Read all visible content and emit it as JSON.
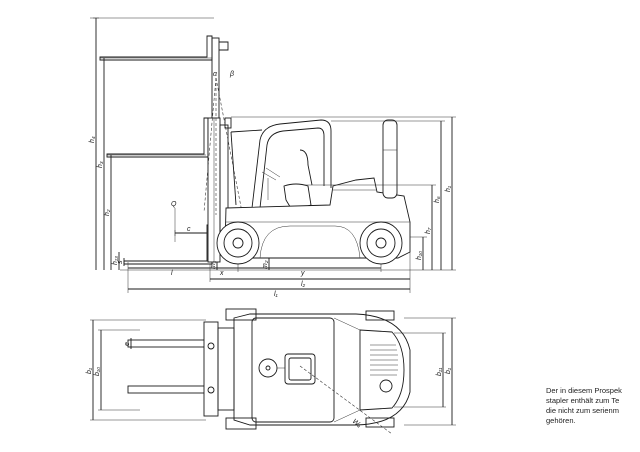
{
  "side_view": {
    "labels": {
      "alpha": "α",
      "beta": "β",
      "h4": "h₄",
      "h3": "h₃",
      "h2": "h₂",
      "h13": "h₁₃",
      "s": "s",
      "Q": "Q",
      "c": "c",
      "l": "l",
      "x": "x",
      "y": "y",
      "l2": "l₂",
      "l1": "l₁",
      "m1": "m₁",
      "m2": "m₂",
      "h10": "h₁₀",
      "h7": "h₇",
      "h6": "h₆",
      "h1": "h₁"
    }
  },
  "top_view": {
    "labels": {
      "b1_left": "b₁",
      "b10": "b₁₀",
      "e": "e",
      "b11": "b₁₁",
      "b1_right": "b₁",
      "wa": "Wₐ"
    }
  },
  "note": {
    "lines": [
      "Der in diesem Prospek",
      "stapler enthält zum Te",
      "die nicht zum serienm",
      "gehören."
    ]
  },
  "colors": {
    "line": "#1a1a1a",
    "background": "#ffffff"
  }
}
